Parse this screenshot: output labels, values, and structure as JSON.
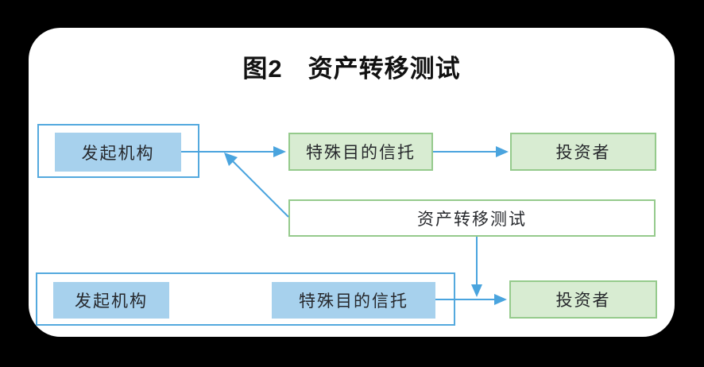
{
  "page": {
    "title": "图2　资产转移测试"
  },
  "diagram": {
    "top_flow": {
      "originator": "发起机构",
      "spv": "特殊目的信托",
      "investor": "投资者"
    },
    "test_label": "资产转移测试",
    "bottom_flow": {
      "originator": "发起机构",
      "spv": "特殊目的信托",
      "investor": "投资者"
    },
    "icons": {
      "arrow": "right-arrowhead"
    },
    "colors": {
      "background": "#000000",
      "panel": "#ffffff",
      "blue_fill": "#a7d1ed",
      "blue_border": "#54a9de",
      "green_fill": "#d8ecd2",
      "green_border": "#95ca8c",
      "arrow": "#4aa4de",
      "title_text": "#111111",
      "box_text": "#26282c"
    }
  }
}
